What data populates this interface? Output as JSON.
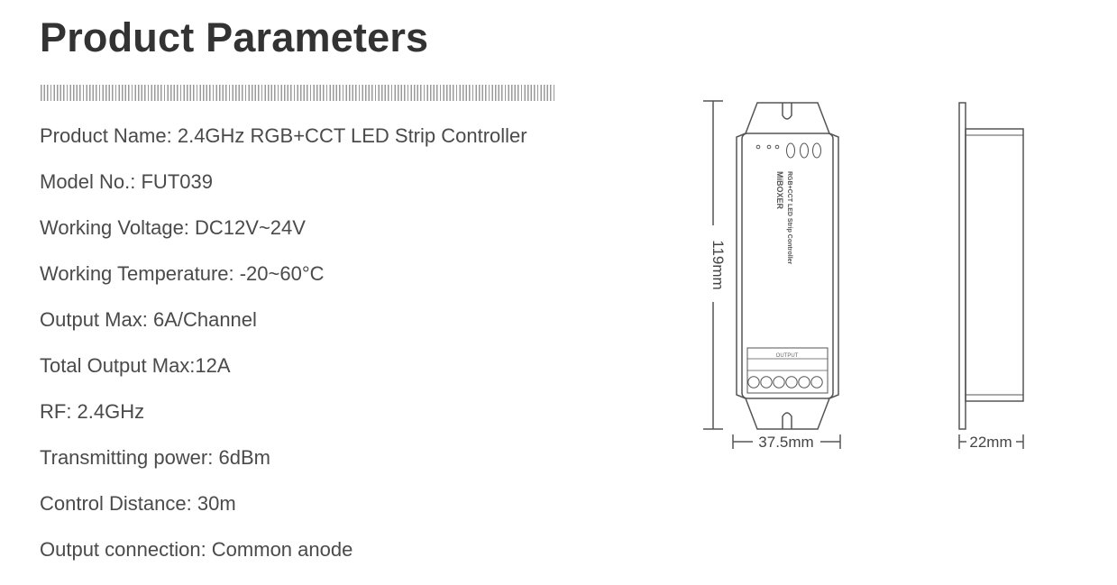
{
  "page_title": "Product Parameters",
  "parameters": [
    "Product Name: 2.4GHz RGB+CCT LED Strip Controller",
    "Model No.: FUT039",
    "Working Voltage: DC12V~24V",
    "Working Temperature: -20~60°C",
    "Output Max: 6A/Channel",
    "Total Output Max:12A",
    "RF: 2.4GHz",
    "Transmitting power: 6dBm",
    "Control Distance: 30m",
    "Output connection: Common anode"
  ],
  "drawing": {
    "height_label": "119mm",
    "width_label": "37.5mm",
    "depth_label": "22mm",
    "brand_text": "MiBOXER",
    "product_text": "RGB+CCT LED Strip Controller",
    "output_label": "OUTPUT"
  }
}
